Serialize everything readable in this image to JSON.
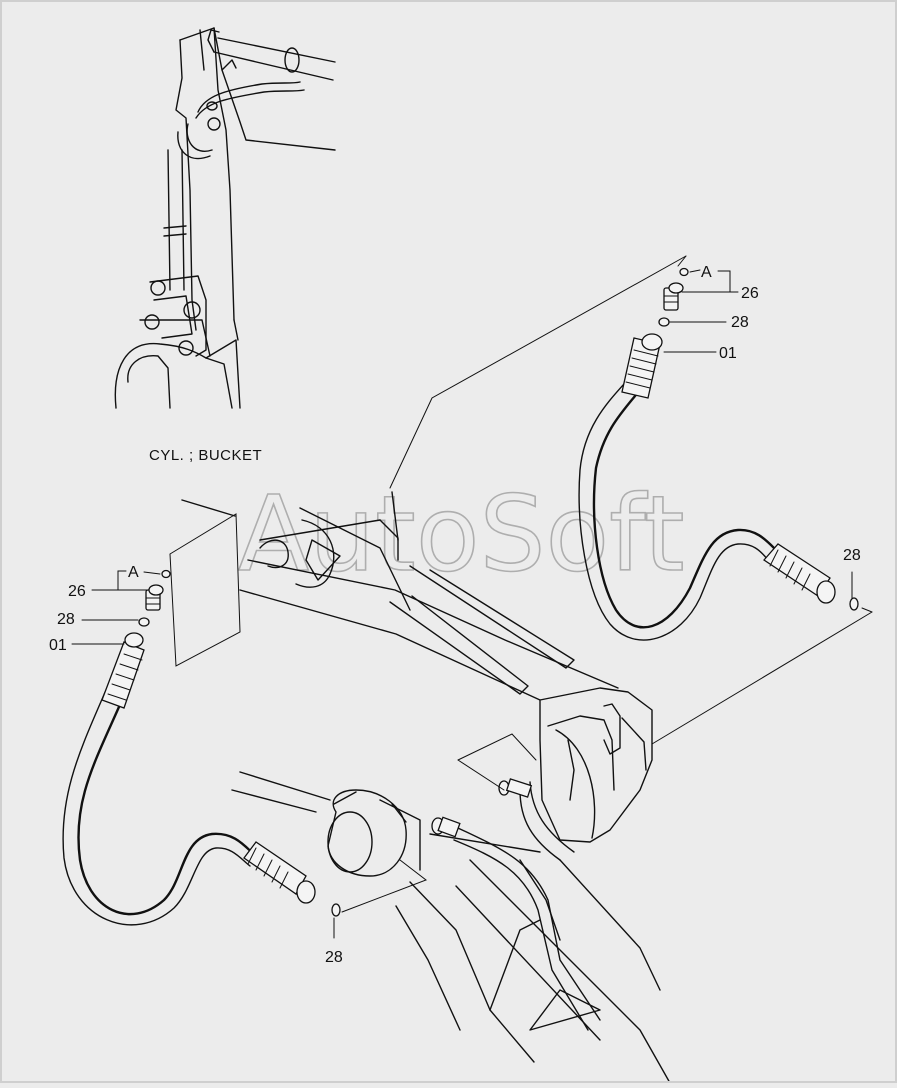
{
  "title": "CYL. ; BUCKET",
  "watermark": "AutoSoft",
  "left_group": {
    "ref_letter": "A",
    "callouts": [
      "26",
      "28",
      "01"
    ],
    "bottom_callout": "28"
  },
  "right_group": {
    "ref_letter": "A",
    "callouts": [
      "26",
      "28",
      "01"
    ],
    "end_callout": "28"
  },
  "colors": {
    "background": "#ececec",
    "ink": "#111111",
    "watermark": "#9a9a9a"
  }
}
